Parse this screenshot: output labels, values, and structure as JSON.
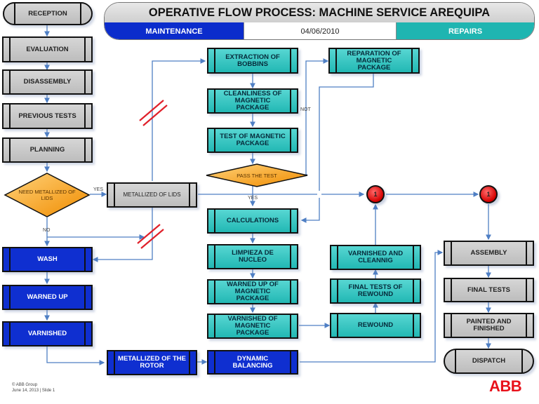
{
  "header": {
    "title": "OPERATIVE FLOW PROCESS: MACHINE SERVICE AREQUIPA",
    "maintenance_label": "MAINTENANCE",
    "date": "04/06/2010",
    "repairs_label": "REPAIRS"
  },
  "nodes": {
    "reception": "RECEPTION",
    "evaluation": "EVALUATION",
    "disassembly": "DISASSEMBLY",
    "previous_tests": "PREVIOUS TESTS",
    "planning": "PLANNING",
    "need_metallized": "NEED METALLIZED OF LIDS",
    "metallized_lids": "METALLIZED OF LIDS",
    "wash": "WASH",
    "warned_up": "WARNED UP",
    "varnished": "VARNISHED",
    "metallized_rotor": "METALLIZED OF THE ROTOR",
    "extraction_bobbins": "EXTRACTION OF BOBBINS",
    "cleanliness_mp": "CLEANLINESS OF MAGNETIC PACKAGE",
    "test_mp": "TEST OF MAGNETIC PACKAGE",
    "pass_test": "PASS THE TEST",
    "calculations": "CALCULATIONS",
    "limpieza_nucleo": "LIMPIEZA DE NUCLEO",
    "warned_up_mp": "WARNED UP OF MAGNETIC PACKAGE",
    "varnished_mp": "VARNISHED OF MAGNETIC PACKAGE",
    "dynamic_balancing": "DYNAMIC BALANCING",
    "reparation_mp": "REPARATION OF MAGNETIC PACKAGE",
    "varnished_cleaning": "VARNISHED AND CLEANNIG",
    "final_tests_rewound": "FINAL TESTS OF REWOUND",
    "rewound": "REWOUND",
    "assembly": "ASSEMBLY",
    "final_tests": "FINAL TESTS",
    "painted_finished": "PAINTED AND  FINISHED",
    "dispatch": "DISPATCH",
    "connector_a": "1",
    "connector_b": "1"
  },
  "labels": {
    "yes_lids": "YES",
    "no_lids": "NO",
    "not_test": "NOT",
    "yes_test": "YES"
  },
  "footer": {
    "copyright": "© ABB Group",
    "slide": "June 14, 2013 | Slide 1"
  },
  "logo": "ABB",
  "colors": {
    "maintenance": "#0b2ccc",
    "repairs": "#1fb5b1",
    "process_gray": "#c8c8c8",
    "decision": "#f5a623",
    "connector": "#e00000",
    "line": "#4f7fc4",
    "break_mark": "#e0202a",
    "logo": "#e8121b"
  }
}
